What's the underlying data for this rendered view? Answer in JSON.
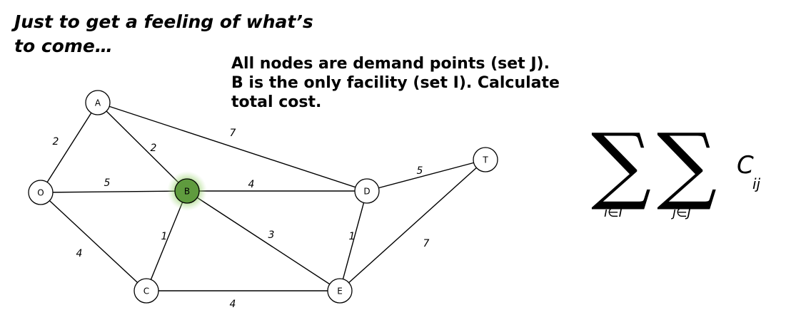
{
  "title": {
    "line1": "Just to get a feeling of what’s",
    "line2": "to come…"
  },
  "problem": {
    "line1": "All nodes are demand points (set J).",
    "line2": "B is the only facility (set I). Calculate",
    "line3": "total cost."
  },
  "graph": {
    "nodes": [
      {
        "id": "A",
        "label": "A",
        "facility": false
      },
      {
        "id": "O",
        "label": "O",
        "facility": false
      },
      {
        "id": "B",
        "label": "B",
        "facility": true
      },
      {
        "id": "C",
        "label": "C",
        "facility": false
      },
      {
        "id": "D",
        "label": "D",
        "facility": false
      },
      {
        "id": "E",
        "label": "E",
        "facility": false
      },
      {
        "id": "T",
        "label": "T",
        "facility": false
      }
    ],
    "edges": [
      {
        "from": "O",
        "to": "A",
        "weight": "2"
      },
      {
        "from": "A",
        "to": "B",
        "weight": "2"
      },
      {
        "from": "A",
        "to": "D",
        "weight": "7"
      },
      {
        "from": "O",
        "to": "B",
        "weight": "5"
      },
      {
        "from": "B",
        "to": "D",
        "weight": "4"
      },
      {
        "from": "D",
        "to": "T",
        "weight": "5"
      },
      {
        "from": "O",
        "to": "C",
        "weight": "4"
      },
      {
        "from": "B",
        "to": "C",
        "weight": "1"
      },
      {
        "from": "B",
        "to": "E",
        "weight": "3"
      },
      {
        "from": "D",
        "to": "E",
        "weight": "1"
      },
      {
        "from": "T",
        "to": "E",
        "weight": "7"
      },
      {
        "from": "C",
        "to": "E",
        "weight": "4"
      }
    ],
    "facility_color": "#5f9b3e"
  },
  "formula": {
    "sum_symbol": "∑",
    "sub_outer": "i∈I",
    "sub_inner": "j∈J",
    "term": "C",
    "term_sub": "ij"
  }
}
